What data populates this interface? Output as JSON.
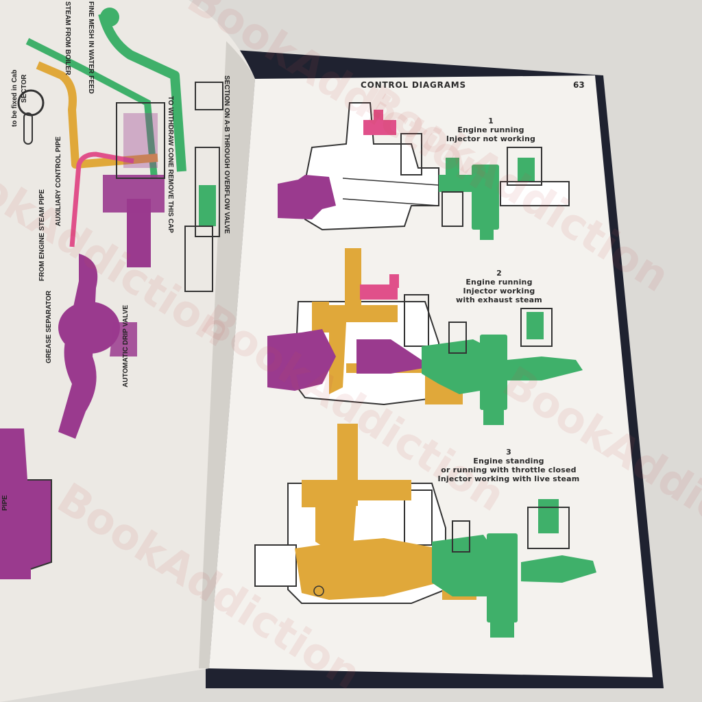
{
  "page": {
    "header": "CONTROL DIAGRAMS",
    "page_number": "63"
  },
  "diagrams": [
    {
      "number": "1",
      "lines": [
        "Engine running",
        "Injector not working"
      ]
    },
    {
      "number": "2",
      "lines": [
        "Engine running",
        "Injector working",
        "with exhaust steam"
      ]
    },
    {
      "number": "3",
      "lines": [
        "Engine standing",
        "or running with throttle closed",
        "Injector working with live steam"
      ]
    }
  ],
  "left_page_labels": [
    "STEAM FROM BOILER",
    "FINE MESH IN WATER FEED",
    "SECTOR",
    "to be fixed in Cab",
    "TO WITHDRAW CONE REMOVE THIS CAP",
    "SECTION ON A-B THROUGH OVERFLOW VALVE",
    "AUXILIARY CONTROL PIPE",
    "FROM ENGINE STEAM PIPE",
    "GREASE SEPARATOR",
    "AUTOMATIC DRIP VALVE",
    "PIPE"
  ],
  "watermark": "BookAddiction",
  "colors": {
    "steam_purple": "#9a3a8e",
    "exhaust_yellow": "#e0a83a",
    "water_green": "#3fb06a",
    "control_pink": "#e0508a",
    "cover_navy": "#1f2230",
    "page": "#f4f2ee"
  }
}
